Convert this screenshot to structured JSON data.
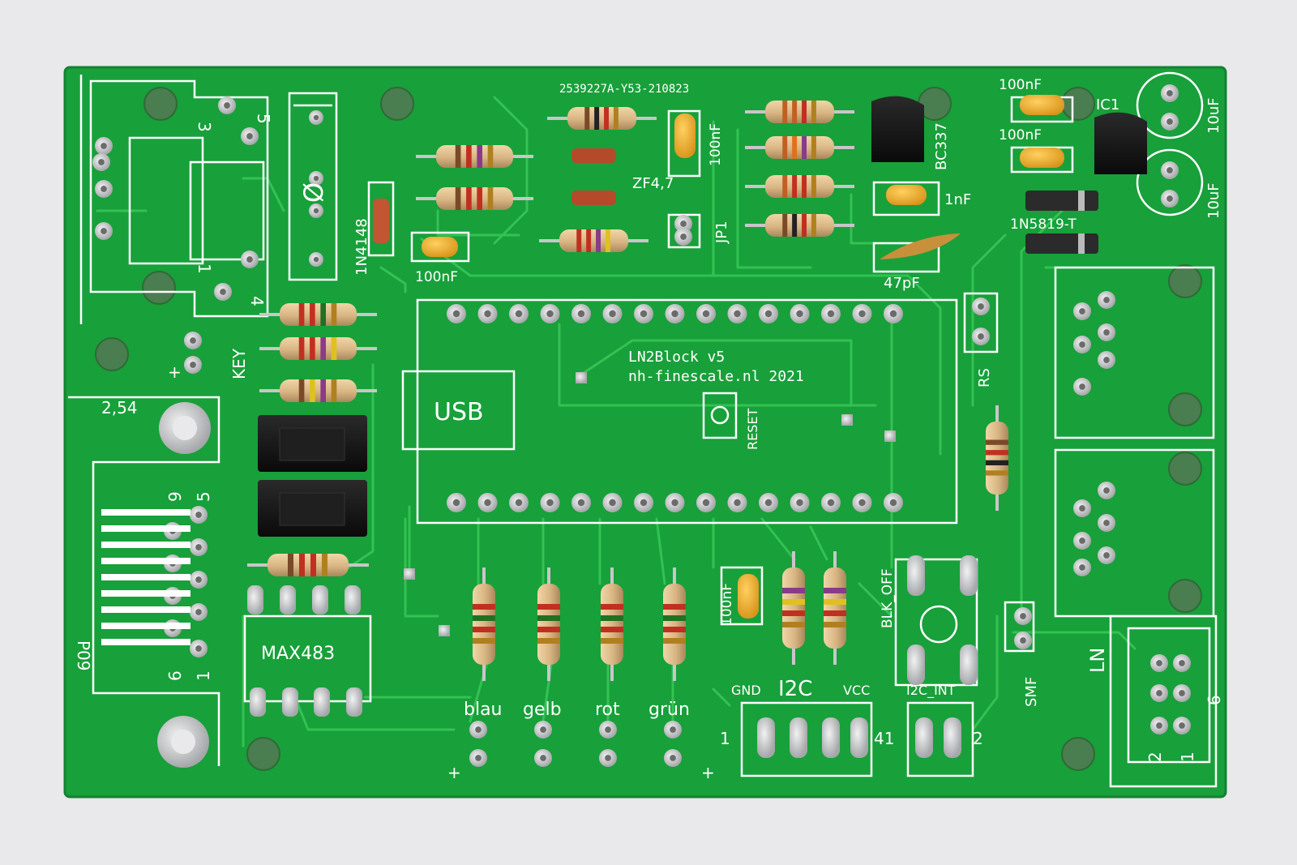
{
  "board": {
    "pcb_code": "2539227A-Y53-210823",
    "title_line1": "LN2Block v5",
    "title_line2": "nh-finescale.nl 2021",
    "usb": "USB",
    "reset": "RESET",
    "ic_max": "MAX483",
    "pitch": "2,54",
    "key": "KEY",
    "plus": "+",
    "p09": "P09"
  },
  "labels": {
    "d1": "1N4148",
    "zener": "ZF4,7",
    "jp1": "JP1",
    "bc337": "BC337",
    "ic1": "IC1",
    "c100nf": "100nF",
    "c1nf": "1nF",
    "c47pf": "47pF",
    "c10uf": "10uF",
    "schottky": "1N5819-T",
    "rs": "RS",
    "smf": "SMF",
    "ln": "LN",
    "blk_off": "BLK_OFF",
    "i2c": "I2C",
    "gnd": "GND",
    "vcc": "VCC",
    "i2c_int": "I2C_INT",
    "null": "Ø"
  },
  "led_labels": [
    "blau",
    "gelb",
    "rot",
    "grün"
  ],
  "pin_numbers": {
    "n1": "1",
    "n2": "2",
    "n3": "3",
    "n4": "4",
    "n5": "5",
    "n6": "6",
    "n9": "9",
    "n41": "41"
  },
  "colors": {
    "background": "#e9e9eb",
    "pcb": "#18a03a",
    "trace": "#35c455",
    "silkscreen": "#ffffff",
    "pad": "#bfc1c4",
    "hole": "#4a7a4e",
    "resistor_body": "#d9b98a",
    "capacitor": "#e8a922",
    "ic_package": "#151515"
  }
}
